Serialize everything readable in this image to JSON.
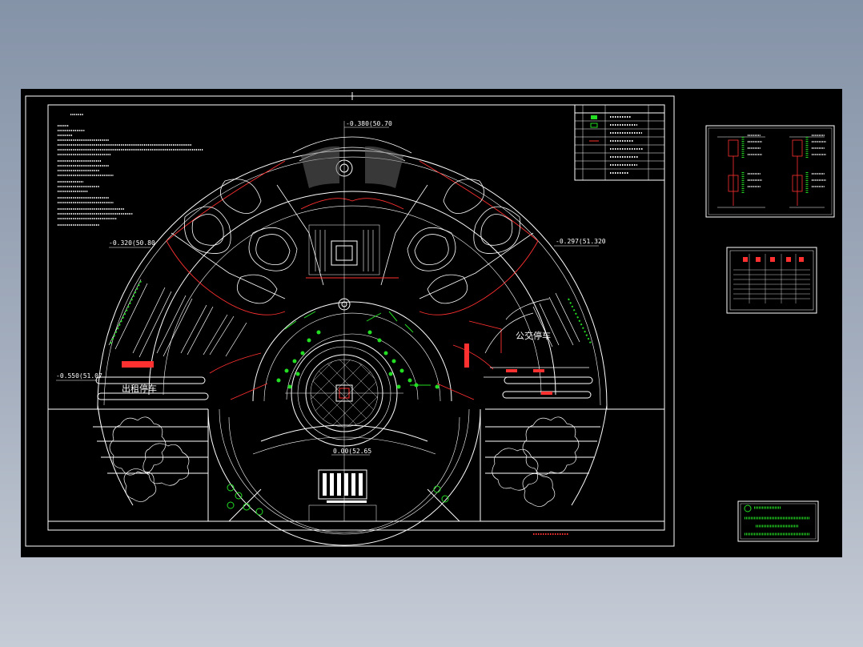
{
  "drawing": {
    "elevations": {
      "top": "-0.380(50.70",
      "left": "-0.320(50.80",
      "right": "-0.297(51.320",
      "west": "-0.550(51.07",
      "bottom": "0.00(52.65"
    },
    "parking_left": "出租停车",
    "parking_right": "公交停车"
  },
  "colors": {
    "background": "#000000",
    "line": "#ffffff",
    "red": "#ff3030",
    "green": "#22dd22"
  }
}
